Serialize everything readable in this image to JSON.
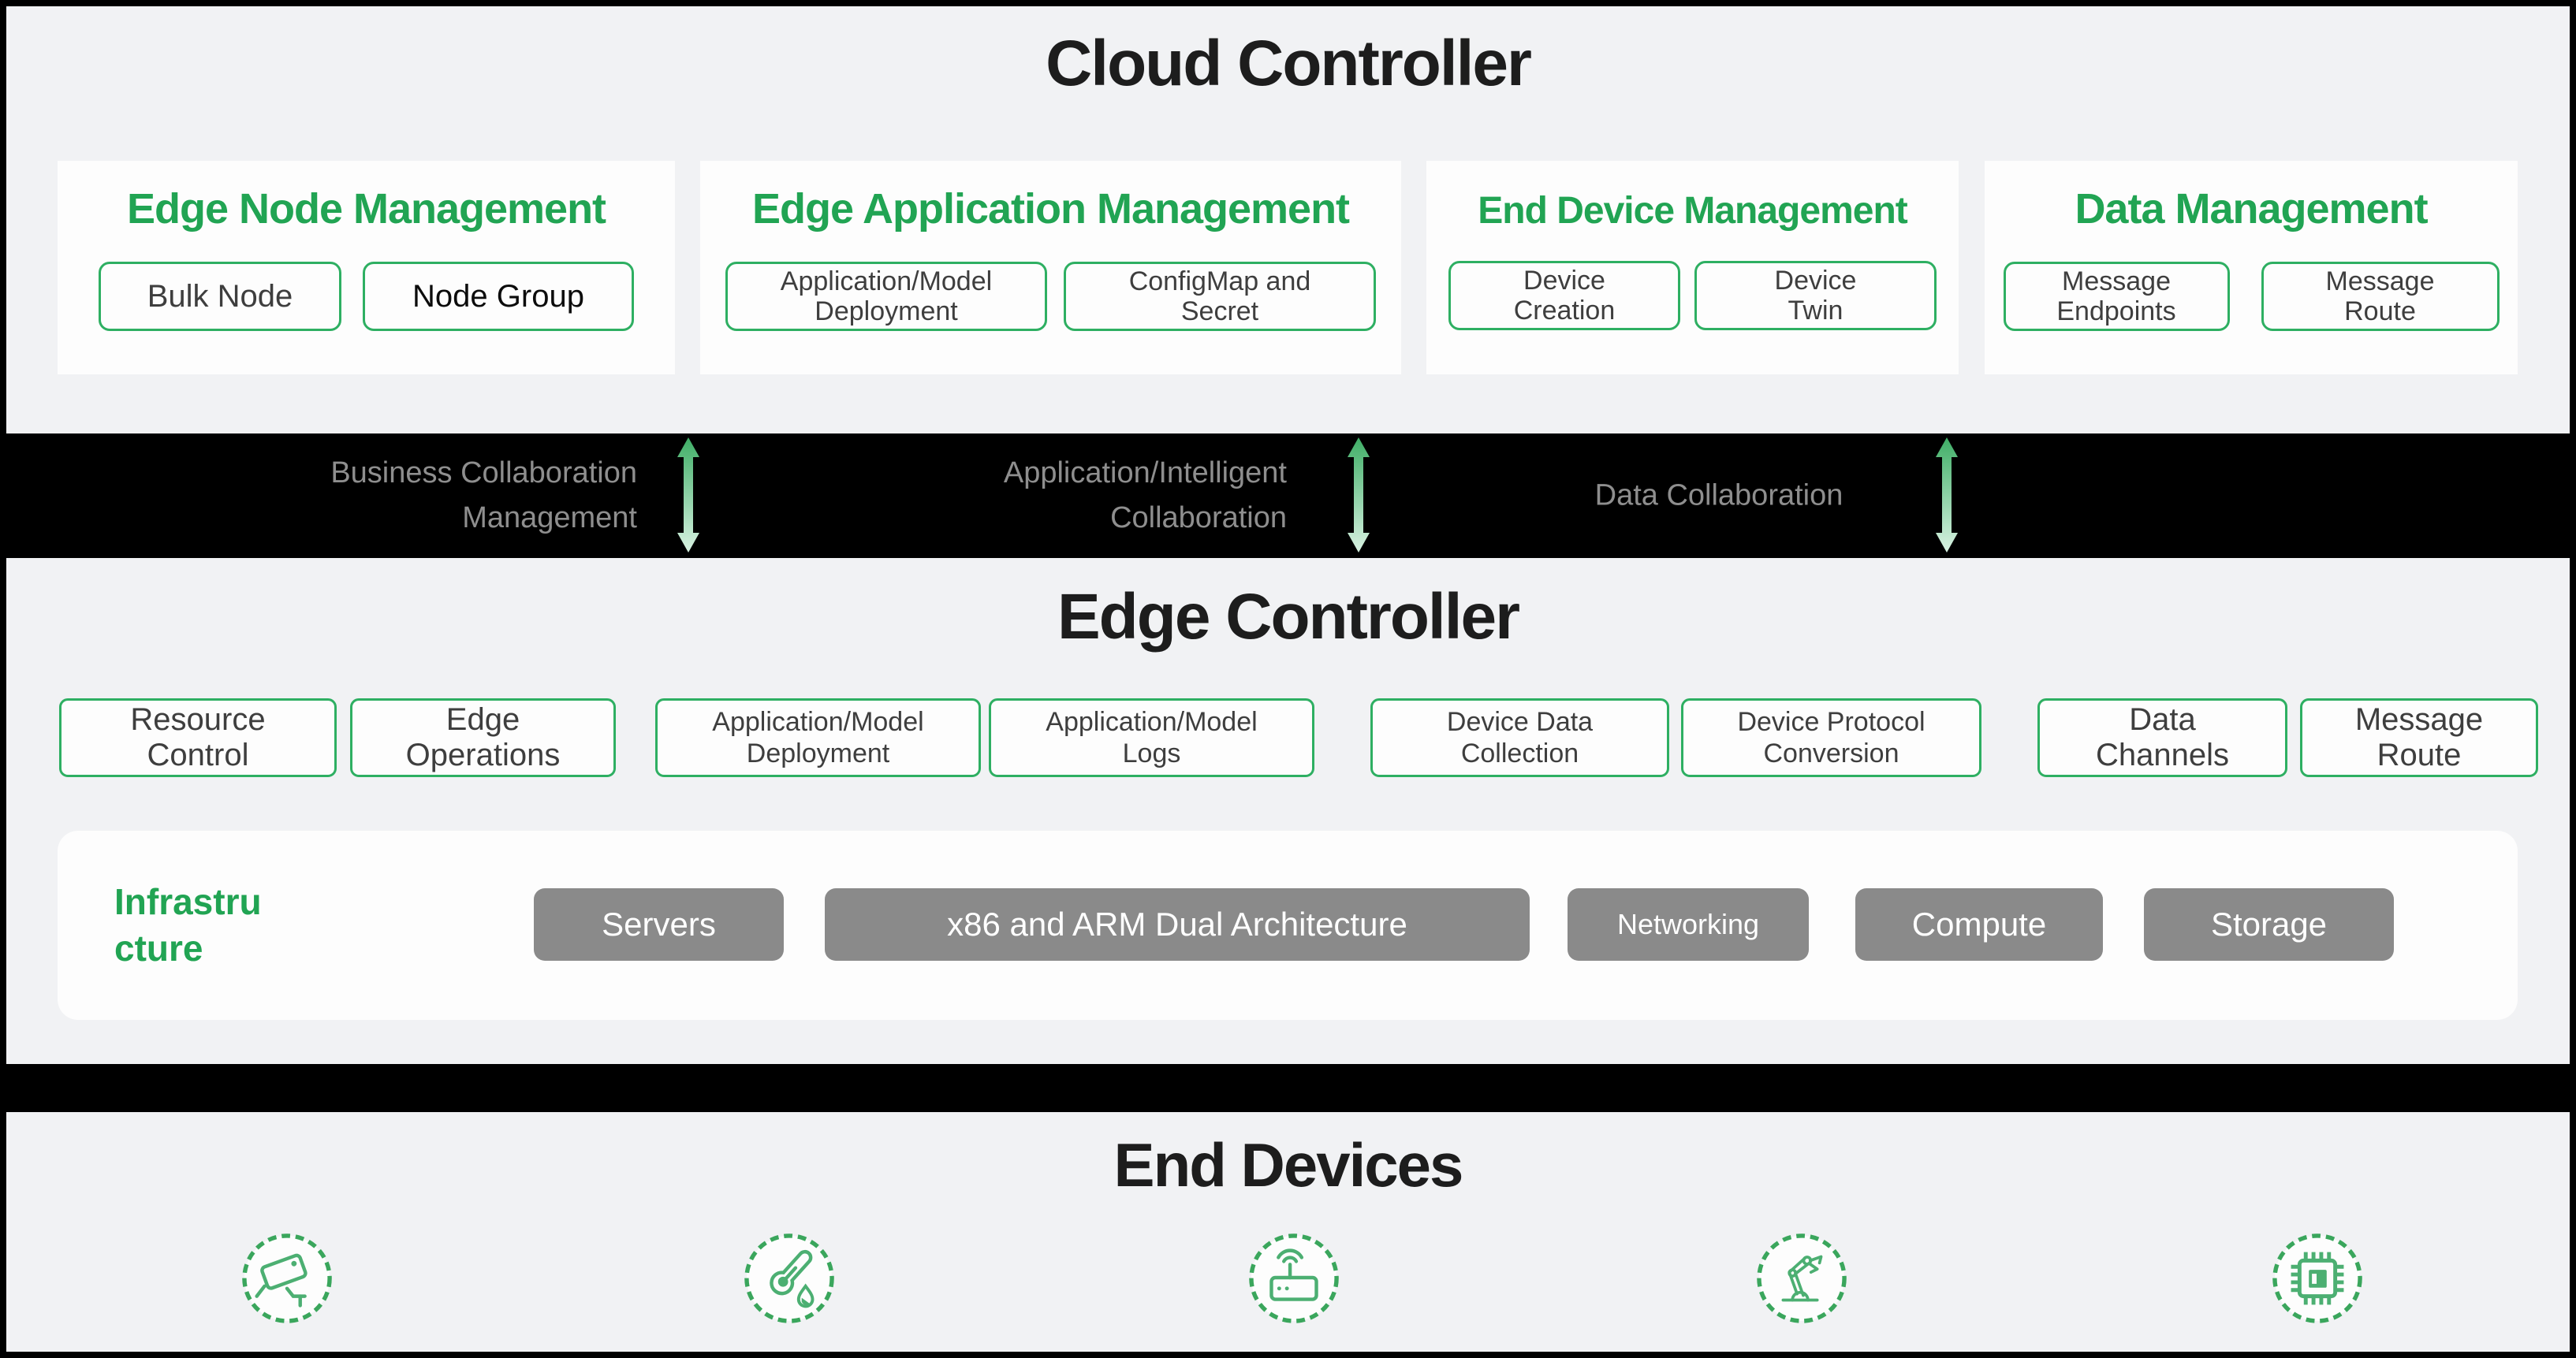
{
  "colors": {
    "background": "#f1f2f4",
    "card_white": "#fdfdfd",
    "green_heading": "#21a453",
    "green_border": "#2eaf62",
    "ring_green": "#3aa65c",
    "icon_green": "#4caf72",
    "title_dark": "#1d1d1d",
    "button_text": "#3e3e3e",
    "band_black": "#000000",
    "band_text": "#8e8e8e",
    "gray_button": "#8a8a8a",
    "gray_button_text": "#ffffff",
    "arrow_top": "#3fae66",
    "arrow_bottom": "#d9f2e3"
  },
  "cloud": {
    "title": "Cloud Controller",
    "cards": [
      {
        "title": "Edge Node Management",
        "items": [
          "Bulk Node",
          "Node Group"
        ]
      },
      {
        "title": "Edge Application Management",
        "items": [
          "Application/Model Deployment",
          "ConfigMap and Secret"
        ]
      },
      {
        "title": "End Device Management",
        "items": [
          "Device Creation",
          "Device Twin"
        ]
      },
      {
        "title": "Data Management",
        "items": [
          "Message Endpoints",
          "Message Route"
        ]
      }
    ]
  },
  "collaboration_band": {
    "labels": [
      "Business Collaboration Management",
      "Application/Intelligent Collaboration",
      "Data Collaboration"
    ],
    "arrow_icon": "double-headed-vertical-arrow"
  },
  "edge": {
    "title": "Edge Controller",
    "boxes": [
      "Resource Control",
      "Edge Operations",
      "Application/Model Deployment",
      "Application/Model Logs",
      "Device Data Collection",
      "Device Protocol Conversion",
      "Data Channels",
      "Message Route"
    ],
    "infrastructure": {
      "title": "Infrastructure",
      "items": [
        "Servers",
        "x86 and ARM Dual Architecture",
        "Networking",
        "Compute",
        "Storage"
      ]
    }
  },
  "end_devices": {
    "title": "End Devices",
    "icons": [
      "cctv-camera-icon",
      "thermometer-icon",
      "wireless-router-icon",
      "robot-arm-icon",
      "microchip-icon"
    ]
  }
}
